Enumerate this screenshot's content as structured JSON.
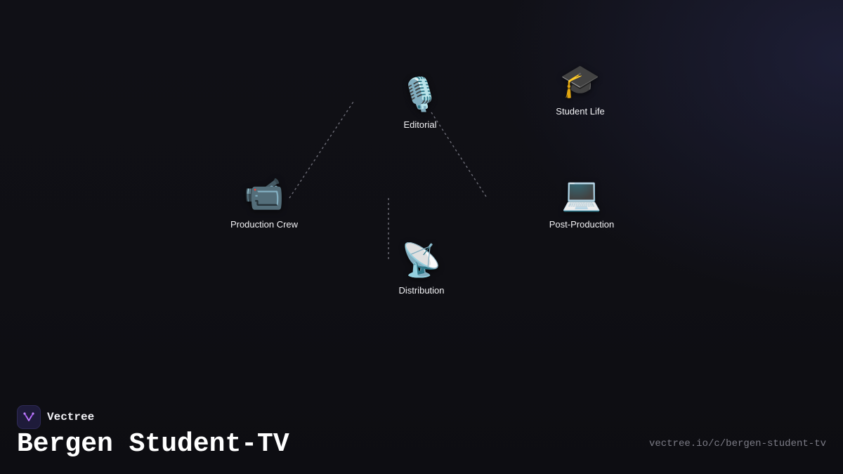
{
  "brand": {
    "name": "Vectree"
  },
  "page": {
    "title": "Bergen Student-TV",
    "url": "vectree.io/c/bergen-student-tv"
  },
  "nodes": [
    {
      "id": "editorial",
      "label": "Editorial",
      "icon": "microphone-icon",
      "glyph": "🎙️"
    },
    {
      "id": "student-life",
      "label": "Student Life",
      "icon": "graduation-cap-icon",
      "glyph": "🎓"
    },
    {
      "id": "production-crew",
      "label": "Production Crew",
      "icon": "video-camera-icon",
      "glyph": "📹"
    },
    {
      "id": "post-production",
      "label": "Post-Production",
      "icon": "laptop-icon",
      "glyph": "💻"
    },
    {
      "id": "distribution",
      "label": "Distribution",
      "icon": "satellite-dish-icon",
      "glyph": "📡"
    }
  ],
  "colors": {
    "background": "#0f0f14",
    "link": "#6e6e78",
    "text": "#f2f2f5",
    "url": "#7c7c86",
    "logo_accent": "#a855f7"
  }
}
